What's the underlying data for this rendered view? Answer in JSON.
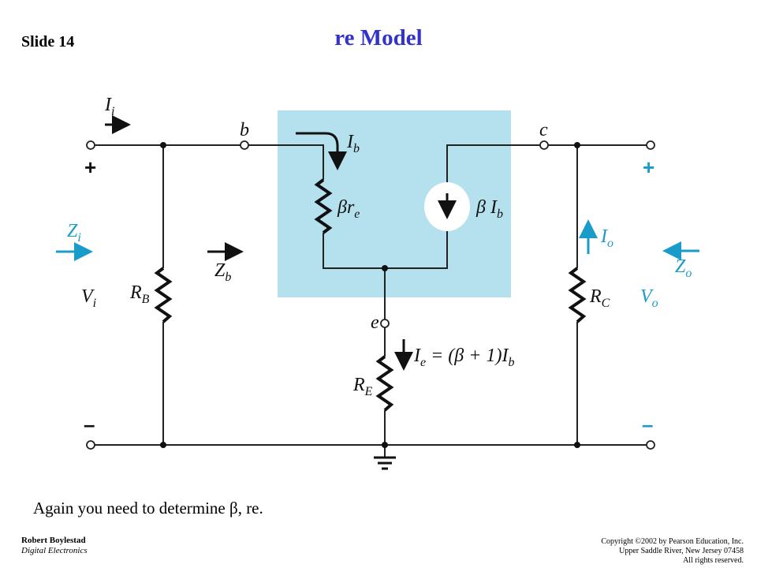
{
  "slide": {
    "number": "Slide 14",
    "title": "re Model"
  },
  "caption": "Again you need to determine β, re.",
  "footer": {
    "author": "Robert Boylestad",
    "book": "Digital Electronics",
    "copyright": [
      "Copyright ©2002 by Pearson Education, Inc.",
      "Upper Saddle River, New Jersey 07458",
      "All rights reserved."
    ]
  },
  "diagram": {
    "labels": {
      "Ii": "I",
      "Ii_sub": "i",
      "b": "b",
      "c": "c",
      "e": "e",
      "Ib": "I",
      "Ib_sub": "b",
      "beta_re": "βr",
      "beta_re_sub": "e",
      "beta_Ib": "β I",
      "beta_Ib_sub": "b",
      "Zi": "Z",
      "Zi_sub": "i",
      "Vi": "V",
      "Vi_sub": "i",
      "RB": "R",
      "RB_sub": "B",
      "Zb": "Z",
      "Zb_sub": "b",
      "Io": "I",
      "Io_sub": "o",
      "Zo": "Z",
      "Zo_sub": "o",
      "RC": "R",
      "RC_sub": "C",
      "Vo": "V",
      "Vo_sub": "o",
      "Ie_eq": "I",
      "Ie_eq_sub1": "e",
      "Ie_eq_mid": " = (β + 1)I",
      "Ie_eq_sub2": "b",
      "RE": "R",
      "RE_sub": "E",
      "plus": "+",
      "minus": "–"
    },
    "colors": {
      "box": "#b5e1ee",
      "accent": "#1a9cc8",
      "title": "#3333cc"
    }
  }
}
